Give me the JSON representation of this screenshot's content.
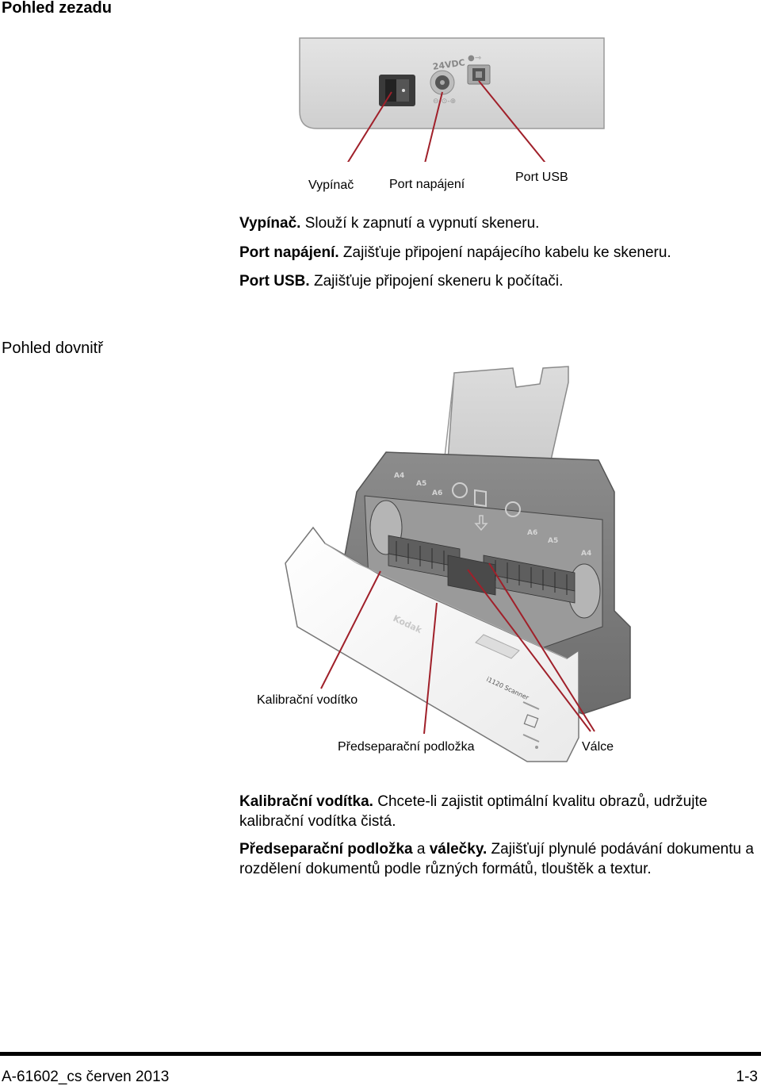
{
  "rear_view": {
    "heading": "Pohled zezadu",
    "panel_labels": {
      "voltage": "24VDC"
    },
    "callouts": {
      "switch": "Vypínač",
      "power_port": "Port napájení",
      "usb_port": "Port USB"
    },
    "descriptions": [
      {
        "term": "Vypínač.",
        "text": " Slouží k zapnutí a vypnutí skeneru."
      },
      {
        "term": "Port napájení.",
        "text": " Zajišťuje připojení napájecího kabelu ke skeneru."
      },
      {
        "term": "Port USB.",
        "text": " Zajišťuje připojení skeneru k počítači."
      }
    ]
  },
  "inside_view": {
    "heading": "Pohled dovnitř",
    "product_labels": {
      "brand": "Kodak",
      "model": "i1120 Scanner",
      "sizes": [
        "A4",
        "A5",
        "A6",
        "A6",
        "A5",
        "A4"
      ]
    },
    "callouts": {
      "calibration_guide": "Kalibrační vodítko",
      "pre_separation_pad": "Předseparační podložka",
      "rollers": "Válce"
    },
    "descriptions": [
      {
        "term": "Kalibrační vodítka.",
        "text": " Chcete-li zajistit optimální kvalitu obrazů, udržujte kalibrační vodítka čistá."
      },
      {
        "term": "Předseparační podložka",
        "mid": " a ",
        "term2": "válečky.",
        "text": " Zajišťují plynulé podávání dokumentu a rozdělení dokumentů podle různých formátů, tlouštěk a textur."
      }
    ]
  },
  "footer": {
    "doc_id": "A-61602_cs  červen 2013",
    "page": "1-3"
  }
}
